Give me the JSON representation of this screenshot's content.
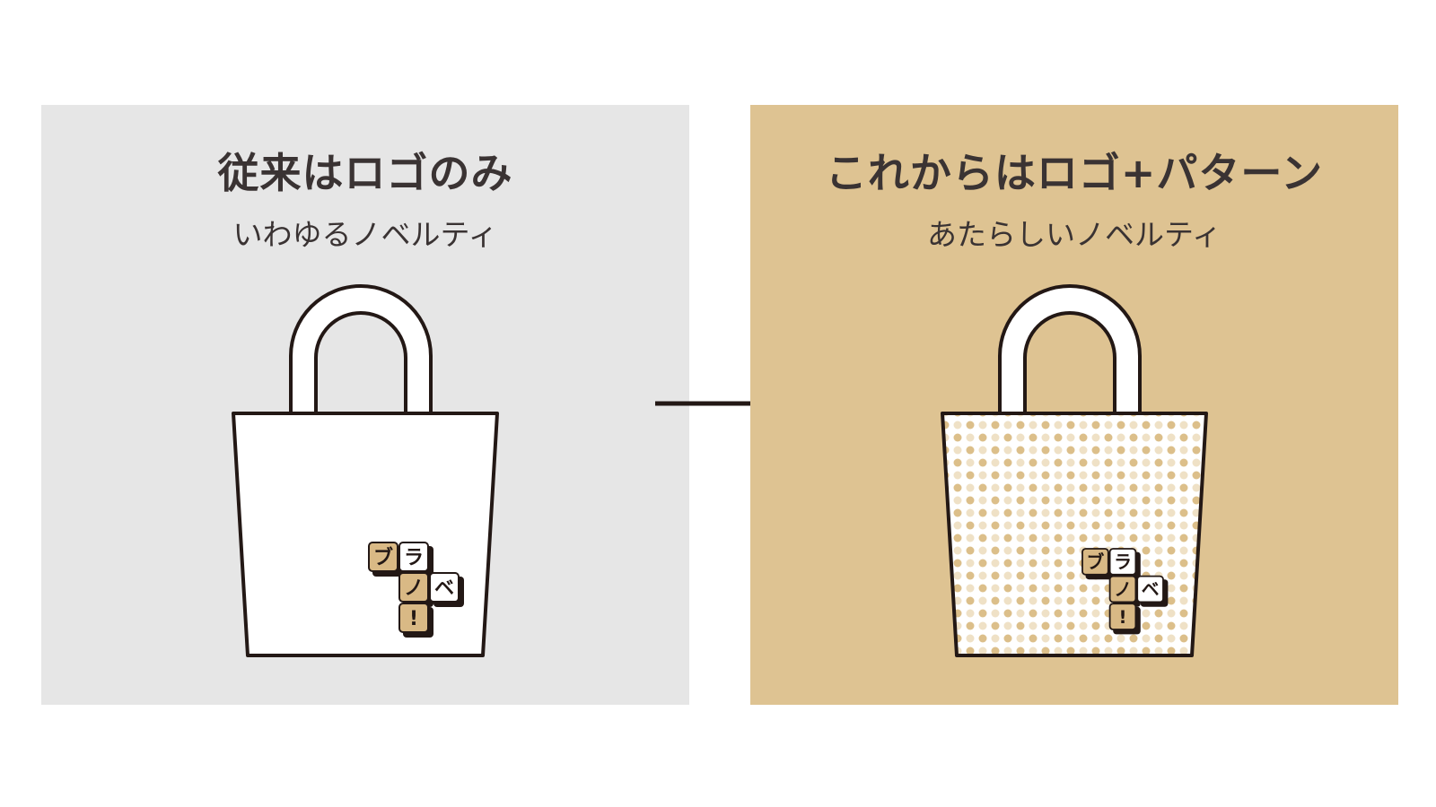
{
  "left_panel": {
    "title": "従来はロゴのみ",
    "subtitle": "いわゆるノベルティ",
    "background": "#e6e6e6",
    "bag": {
      "style": "plain white",
      "logo": [
        "ブ",
        "ラ",
        "ノ",
        "ベ",
        "!"
      ]
    }
  },
  "right_panel": {
    "title": "これからはロゴ+パターン",
    "subtitle": "あたらしいノベルティ",
    "background": "#dec392",
    "bag": {
      "style": "polka-dot pattern",
      "logo": [
        "ブ",
        "ラ",
        "ノ",
        "ベ",
        "!"
      ]
    }
  },
  "arrow": {
    "direction": "right",
    "icon": "arrow-right-icon"
  },
  "colors": {
    "ink": "#231815",
    "tan": "#dec392",
    "tile_tan": "#d9b985",
    "dot_dark": "#dcbf8a",
    "dot_light": "#efe1c6"
  }
}
